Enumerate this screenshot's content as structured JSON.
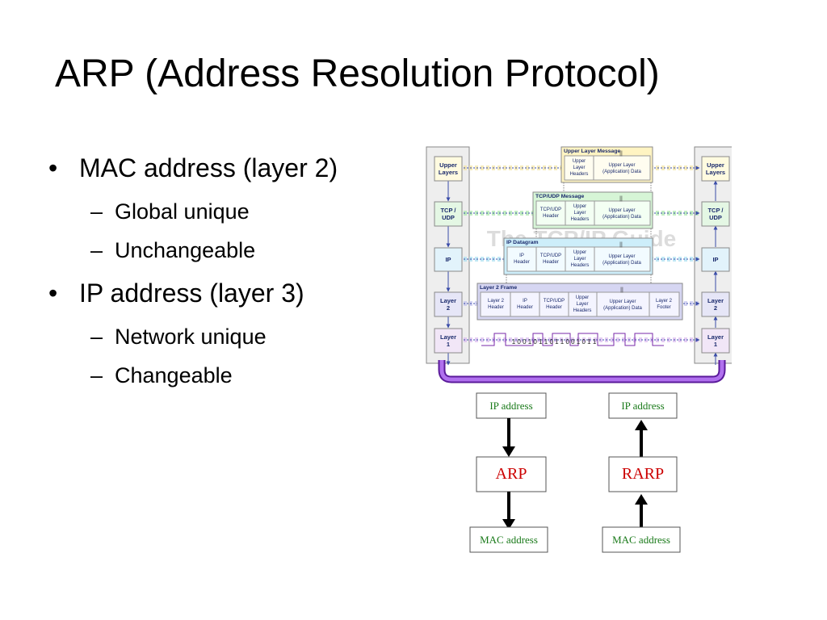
{
  "slide": {
    "title": "ARP (Address Resolution Protocol)"
  },
  "bullets": [
    {
      "label": "MAC address (layer 2)",
      "subs": [
        "Global unique",
        "Unchangeable"
      ]
    },
    {
      "label": "IP address (layer 3)",
      "subs": [
        "Network unique",
        "Changeable"
      ]
    }
  ],
  "stack_diagram": {
    "watermark": "The TCP/IP Guide",
    "layers_left": [
      "Upper Layers",
      "TCP / UDP",
      "IP",
      "Layer 2",
      "Layer 1"
    ],
    "layers_right": [
      "Upper Layers",
      "TCP / UDP",
      "IP",
      "Layer 2",
      "Layer 1"
    ],
    "upper_message": {
      "title": "Upper Layer Message",
      "cells": [
        "Upper Layer Headers",
        "Upper Layer (Application) Data"
      ]
    },
    "tcp_message": {
      "title": "TCP/UDP Message",
      "cells": [
        "TCP/UDP Header",
        "Upper Layer Headers",
        "Upper Layer (Application) Data"
      ]
    },
    "ip_datagram": {
      "title": "IP Datagram",
      "cells": [
        "IP Header",
        "TCP/UDP Header",
        "Upper Layer Headers",
        "Upper Layer (Application) Data"
      ]
    },
    "l2_frame": {
      "title": "Layer 2 Frame",
      "cells": [
        "Layer 2 Header",
        "IP Header",
        "TCP/UDP Header",
        "Upper Layer Headers",
        "Upper Layer (Application) Data",
        "Layer 2 Footer"
      ]
    },
    "bits": "1 0 0 1 0 1 1 0 1 1 0 0 1 0 1 1",
    "colors": {
      "upper": "#fffbe0",
      "tcp": "#e4f7e4",
      "ip": "#e2f3fb",
      "l2": "#e6e6f7",
      "l1": "#f1e6f7",
      "cable": "#8a2be2"
    }
  },
  "arp_diagram": {
    "arp": {
      "top": "IP address",
      "middle": "ARP",
      "bottom": "MAC address"
    },
    "rarp": {
      "top": "IP address",
      "middle": "RARP",
      "bottom": "MAC address"
    },
    "colors": {
      "label": "#1a7a1a",
      "protocol": "#cc0000"
    }
  }
}
